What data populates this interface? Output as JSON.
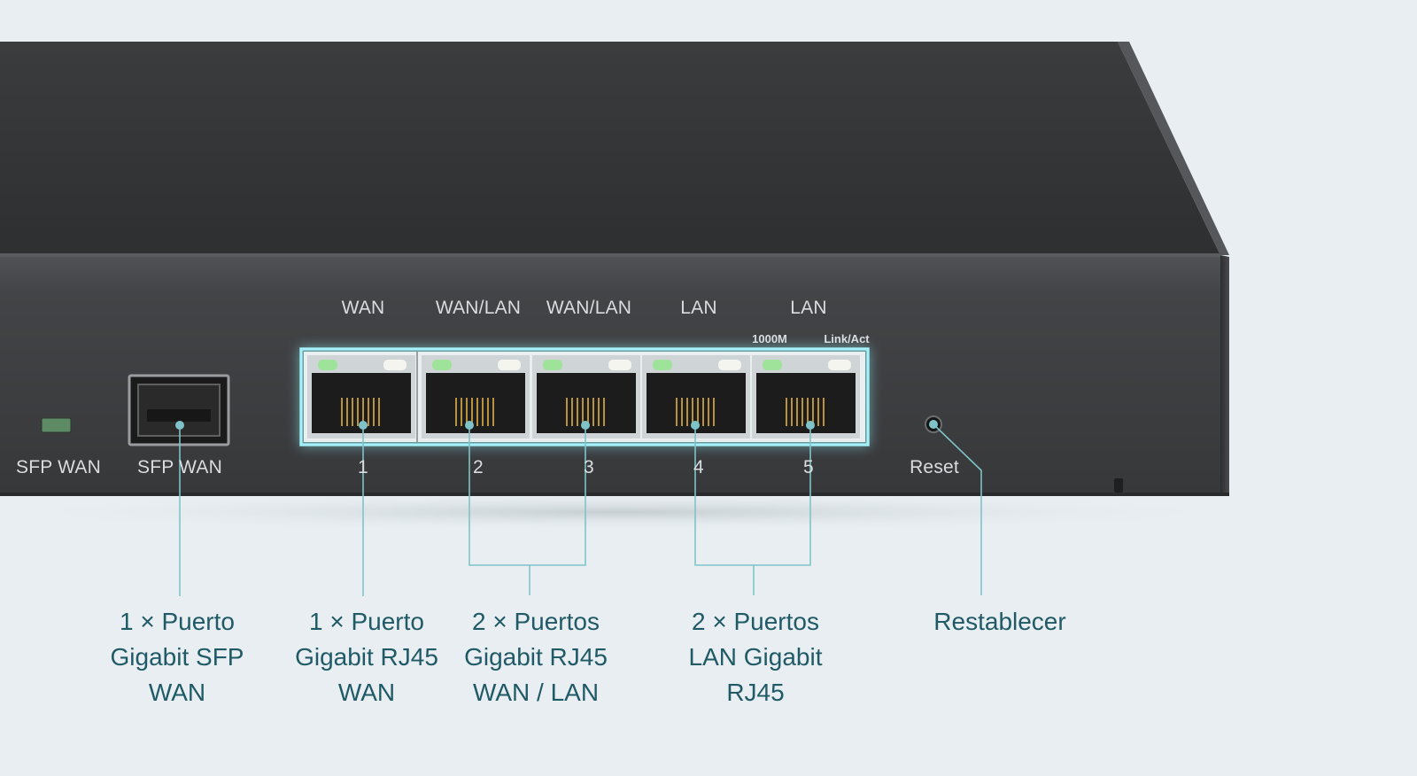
{
  "device_panel": {
    "sfp_led_label": "SFP WAN",
    "sfp_port_label": "SFP WAN",
    "port_type_labels": [
      "WAN",
      "WAN/LAN",
      "WAN/LAN",
      "LAN",
      "LAN"
    ],
    "led_legend": {
      "speed": "1000M",
      "link": "Link/Act"
    },
    "port_numbers": [
      "1",
      "2",
      "3",
      "4",
      "5"
    ],
    "reset_label": "Reset"
  },
  "callouts": {
    "sfp": [
      "1 × Puerto",
      "Gigabit SFP",
      "WAN"
    ],
    "wan": [
      "1 × Puerto",
      "Gigabit RJ45",
      "WAN"
    ],
    "wan_lan": [
      "2 × Puertos",
      "Gigabit RJ45",
      "WAN / LAN"
    ],
    "lan": [
      "2 × Puertos",
      "LAN Gigabit",
      "RJ45"
    ],
    "reset": [
      "Restablecer"
    ]
  },
  "colors": {
    "background": "#e8eef1",
    "callout_text": "#1f5a66",
    "leader_line": "#7fc3c9",
    "port_highlight": "#9ff1f8",
    "device_body": "#3a3b3d"
  }
}
